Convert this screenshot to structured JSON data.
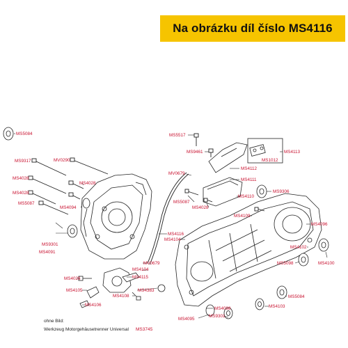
{
  "banner": {
    "text": "Na obrázku díl číslo MS4116"
  },
  "colors": {
    "banner_bg": "#f6c400",
    "label": "#c8102e",
    "line": "#222222"
  },
  "parts": {
    "ms5084_top": "MS5084",
    "ms9317": "MS9317",
    "mv0290": "MV0290",
    "ms4028_a": "MS4028",
    "ms4028_b": "MS4028",
    "ms4028_c": "MS4028",
    "ms5087_a": "MS5087",
    "ms4094": "MS4094",
    "ms9301_a": "MS9301",
    "ms4091": "MS4091",
    "ms5517": "MS5517",
    "ms9461": "MS9461",
    "ms4113": "MS4113",
    "ms1012": "MS1012",
    "mv0679_a": "MV0679",
    "ms4112": "MS4112",
    "ms4111": "MS4111",
    "ms9306": "MS9306",
    "ms5087_b": "MS5087",
    "ms4028_d": "MS4028",
    "ms4110": "MS4110",
    "ms4109": "MS4109",
    "ms4096": "MS4096",
    "ms4116": "MS4116",
    "ms4104_a": "MS4104",
    "ms4102": "MS4102",
    "ms5098": "MS5098",
    "ms4100": "MS4100",
    "mv0679_b": "MV0679",
    "ms4104_b": "MS4104",
    "ms4026": "MS4026",
    "ms4115": "MS4115",
    "ms4105": "MS4105",
    "ms4383": "MS4383",
    "ms4108": "MS4108",
    "ms4106": "MS4106",
    "ms5084_b": "MS5084",
    "ms4098": "MS4098",
    "ms4103": "MS4103",
    "ms9301_b": "MS9301",
    "ms4095": "MS4095"
  },
  "footer": {
    "note": "ohne Bild:",
    "tool": "Werkzeug Motorgehäusetrenner Universal",
    "tool_code": "MS3745"
  }
}
